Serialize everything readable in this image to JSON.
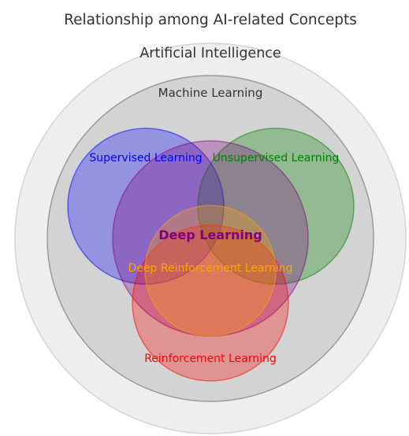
{
  "title": "Relationship among AI-related Concepts",
  "sets": {
    "artificial_intelligence": {
      "label": "Artificial Intelligence",
      "color": "#e0e0e0"
    },
    "machine_learning": {
      "label": "Machine Learning",
      "color": "#a9a9a9"
    },
    "supervised_learning": {
      "label": "Supervised Learning",
      "color": "#0000ff"
    },
    "unsupervised_learning": {
      "label": "Unsupervised Learning",
      "color": "#008000"
    },
    "deep_learning": {
      "label": "Deep Learning",
      "color": "#800080"
    },
    "deep_reinforcement_learning": {
      "label": "Deep Reinforcement Learning",
      "color": "#ffa500"
    },
    "reinforcement_learning": {
      "label": "Reinforcement Learning",
      "color": "#ff0000"
    }
  }
}
